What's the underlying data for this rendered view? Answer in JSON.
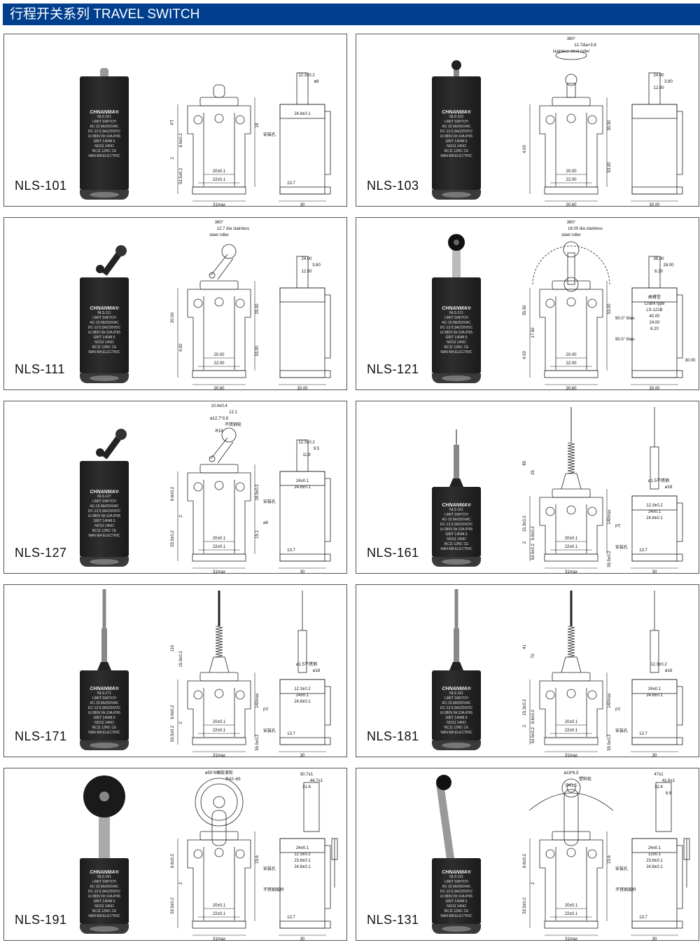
{
  "header": {
    "title": "行程开关系列 TRAVEL SWITCH"
  },
  "photo_label": {
    "brand": "CHNANMA®",
    "type": "LIMIT SWITCH",
    "lines": [
      "AC-15  6A/250VAC",
      "DC-13  0.3A/220VDC",
      "Ui:380V Ith:10A IP65",
      "GB/T 14048.5",
      "NO13 14NO",
      "NC11 12NC  CE",
      "NAN MA ELECTRIC"
    ]
  },
  "panels": [
    {
      "model": "NLS-101",
      "actuator": "plunger",
      "front_top": [],
      "front_left": [
        "PT",
        "6.6±0.2",
        "2",
        "53.5±0.2"
      ],
      "front_right": [
        "18"
      ],
      "notes": [
        "安装孔"
      ],
      "front_inner": [
        "20±0.1",
        "22±0.1"
      ],
      "front_bottom": [
        "31max"
      ],
      "side_top": [
        "12.3±0.2",
        "ø8"
      ],
      "side_mid": [
        "24.8±0.1"
      ],
      "side_bottom": [
        "13.7",
        "30"
      ]
    },
    {
      "model": "NLS-103",
      "actuator": "roller-plunger",
      "front_top": [
        "360°",
        "12.7dia×3.8",
        "stainless steel roller"
      ],
      "front_left": [
        "4.00"
      ],
      "front_right": [
        "30.50",
        "53.00"
      ],
      "notes": [],
      "front_inner": [
        "20.00",
        "22.00"
      ],
      "front_bottom": [
        "30.60"
      ],
      "side_top": [
        "24.00",
        "3.80",
        "12.50"
      ],
      "side_mid": [],
      "side_bottom": [
        "30.00"
      ]
    },
    {
      "model": "NLS-111",
      "actuator": "roller-lever",
      "front_top": [
        "360°",
        "12.7 dia stainless",
        "steel roller"
      ],
      "front_left": [
        "20.00",
        "4.00"
      ],
      "front_right": [
        "29.00",
        "53.00"
      ],
      "notes": [],
      "front_inner": [
        "20.00",
        "22.00"
      ],
      "front_bottom": [
        "30.60"
      ],
      "side_top": [
        "24.00",
        "3.80",
        "12.50"
      ],
      "side_mid": [],
      "side_bottom": [
        "30.00"
      ]
    },
    {
      "model": "NLS-121",
      "actuator": "rotary-lever",
      "front_top": [
        "360°",
        "18.00 dia stainless",
        "steel roller"
      ],
      "front_left": [
        "35.50",
        "17.50",
        "4.00"
      ],
      "front_right": [
        "53.00"
      ],
      "notes": [
        "90.0° Max.",
        "90.0° Max."
      ],
      "front_inner": [
        "20.00",
        "22.00"
      ],
      "front_bottom": [
        "30.60"
      ],
      "side_top": [
        "36.00",
        "28.00",
        "6.20"
      ],
      "side_mid": [
        "曲臂型",
        "Crank type",
        "LS-121B",
        "40.00",
        "24.00",
        "6.20"
      ],
      "side_bottom": [
        "30.00",
        "30.00"
      ]
    },
    {
      "model": "NLS-127",
      "actuator": "adjustable-lever",
      "front_top": [
        "10.4±0.4",
        "12.1",
        "ø12.7*3.8",
        "不锈钢轮",
        "R19"
      ],
      "front_left": [
        "6.6±0.2",
        "2",
        "53.5±0.2"
      ],
      "front_right": [
        "18.5±0.2",
        "15.1"
      ],
      "notes": [
        "安装孔",
        "ø8"
      ],
      "front_inner": [
        "20±0.1",
        "22±0.1"
      ],
      "front_bottom": [
        "31max"
      ],
      "side_top": [
        "12.3±0.2",
        "9.5",
        "11.9"
      ],
      "side_mid": [
        "24±0.1",
        "24.8±0.1"
      ],
      "side_bottom": [
        "13.7",
        "30"
      ]
    },
    {
      "model": "NLS-161",
      "actuator": "spring-wire",
      "front_top": [],
      "front_left": [
        "85",
        "25",
        "15.3±0.2",
        "6.6±0.2",
        "2",
        "53.5±0.2"
      ],
      "front_right": [
        "140max",
        "55.5±0.2"
      ],
      "notes": [
        "PT",
        "安装孔"
      ],
      "front_inner": [
        "20±0.1",
        "22±0.1"
      ],
      "front_bottom": [
        "31max"
      ],
      "side_top": [
        "ø1.5不锈钢",
        "ø18"
      ],
      "side_mid": [
        "12.3±0.2",
        "24±0.1",
        "24.8±0.1"
      ],
      "side_bottom": [
        "13.7",
        "30"
      ]
    },
    {
      "model": "NLS-171",
      "actuator": "spring-rod",
      "front_top": [],
      "front_left": [
        "110",
        "15.3±0.2",
        "6.6±0.2",
        "2",
        "53.5±0.2"
      ],
      "front_right": [
        "140max",
        "55.5±0.2"
      ],
      "notes": [
        "PT",
        "安装孔"
      ],
      "front_inner": [
        "20±0.1",
        "22±0.1"
      ],
      "front_bottom": [
        "31max"
      ],
      "side_top": [
        "ø1.5不锈钢",
        "ø18"
      ],
      "side_mid": [
        "12.3±0.2",
        "24±0.1",
        "24.8±0.1"
      ],
      "side_bottom": [
        "13.7",
        "30"
      ]
    },
    {
      "model": "NLS-181",
      "actuator": "spring-rod",
      "front_top": [],
      "front_left": [
        "41",
        "70",
        "15.3±0.2",
        "6.6±0.2",
        "2",
        "53.5±0.2"
      ],
      "front_right": [
        "140max",
        "55.5±0.2"
      ],
      "notes": [
        "PT",
        "安装孔"
      ],
      "front_inner": [
        "20±0.1",
        "22±0.1"
      ],
      "front_bottom": [
        "31max"
      ],
      "side_top": [
        "12.3±0.2",
        "ø18"
      ],
      "side_mid": [
        "24±0.1",
        "24.8±0.1"
      ],
      "side_bottom": [
        "13.7",
        "30"
      ]
    },
    {
      "model": "NLS-191",
      "actuator": "wheel-lever",
      "front_top": [
        "ø50*8橡胶滚轮",
        "R42~65"
      ],
      "front_left": [
        "6.6±0.2",
        "2",
        "53.5±0.2"
      ],
      "front_right": [
        "15.6"
      ],
      "notes": [
        "安装孔",
        "不锈钢摇杆"
      ],
      "front_inner": [
        "20±0.1",
        "22±0.1"
      ],
      "front_bottom": [
        "31max"
      ],
      "side_top": [
        "50.7±1",
        "44.7±1",
        "31.6"
      ],
      "side_mid": [
        "24±0.1",
        "12.3±0.2",
        "23.8±0.1",
        "24.8±0.1"
      ],
      "side_bottom": [
        "13.7",
        "30"
      ]
    },
    {
      "model": "NLS-131",
      "actuator": "rod-lever",
      "front_top": [
        "ø18*6.5",
        "塑料轮",
        "R41.5"
      ],
      "front_left": [
        "6.6±0.2",
        "2",
        "53.5±0.2"
      ],
      "front_right": [
        "15.6"
      ],
      "notes": [
        "安装孔",
        "不锈钢摇杆"
      ],
      "front_inner": [
        "20±0.1",
        "22±0.1"
      ],
      "front_bottom": [
        "31max"
      ],
      "side_top": [
        "47±1",
        "41.6±1",
        "32.4",
        "6.8"
      ],
      "side_mid": [
        "24±0.1",
        "12±0.1",
        "23.8±0.1",
        "24.8±0.1"
      ],
      "side_bottom": [
        "13.7",
        "30"
      ]
    }
  ]
}
